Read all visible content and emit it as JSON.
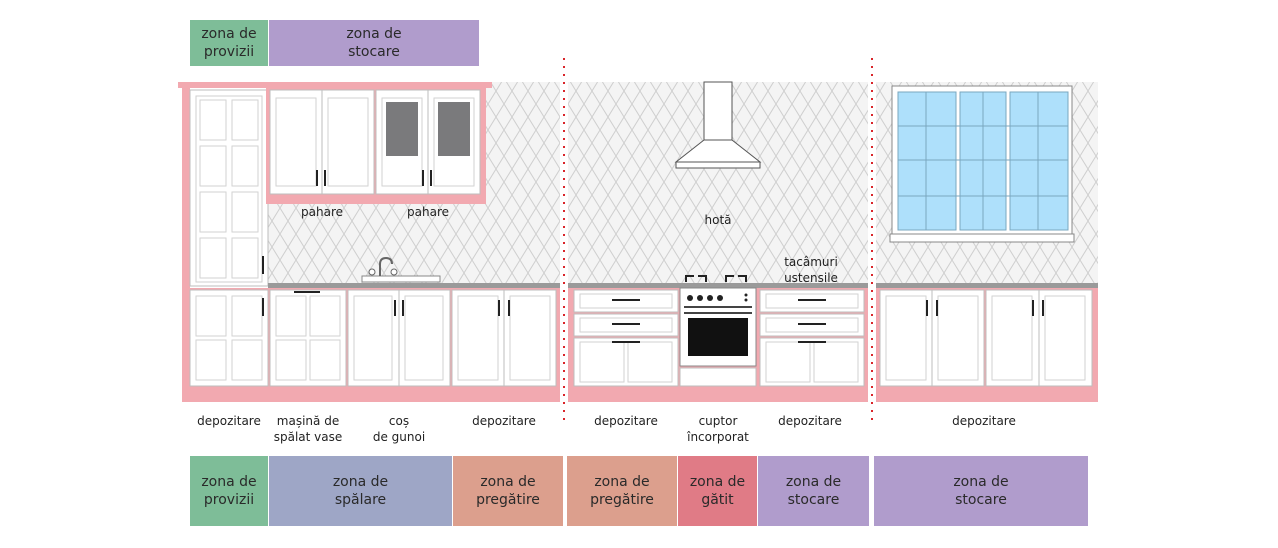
{
  "colors": {
    "provizii": "#7ebd98",
    "stocare": "#b09ccc",
    "spalare": "#9ea6c6",
    "pregatire": "#dc9f8d",
    "gatit": "#e07b86",
    "frame": "#f2a9b0",
    "divider": "#d9252a",
    "tile": "#d8d8d8",
    "glass": "#aee0fb"
  },
  "top_zones": [
    {
      "label": "zona de\nprovizii",
      "color": "provizii"
    },
    {
      "label": "zona de\nstocare",
      "color": "stocare"
    }
  ],
  "wall_labels": {
    "pahare_1": "pahare",
    "pahare_2": "pahare",
    "hota": "hotă",
    "tacamuri": "tacâmuri\nustensile"
  },
  "bottom_labels": [
    "depozitare",
    "mașină de\nspălat vase",
    "coș\nde gunoi",
    "depozitare",
    "depozitare",
    "cuptor\nîncorporat",
    "depozitare",
    "depozitare"
  ],
  "bottom_zones": [
    {
      "label": "zona de\nprovizii",
      "color": "provizii"
    },
    {
      "label": "zona de\nspălare",
      "color": "spalare"
    },
    {
      "label": "zona de\npregătire",
      "color": "pregatire"
    },
    {
      "label": "zona de\npregătire",
      "color": "pregatire"
    },
    {
      "label": "zona de\ngătit",
      "color": "gatit"
    },
    {
      "label": "zona de\nstocare",
      "color": "stocare"
    },
    {
      "label": "zona de\nstocare",
      "color": "stocare"
    }
  ]
}
